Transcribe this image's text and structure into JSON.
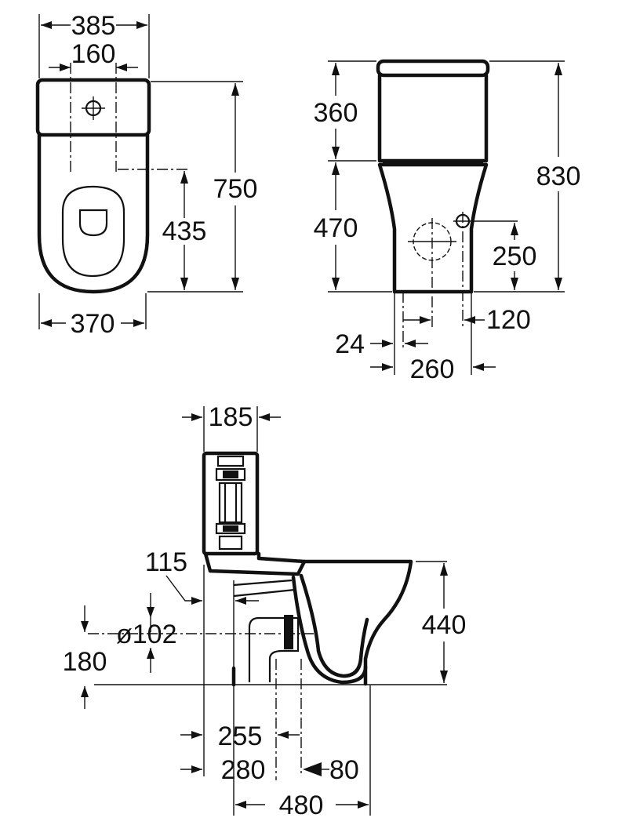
{
  "top_view": {
    "overall_width": "385",
    "fixing_spacing": "160",
    "length": "750",
    "fixing_to_front": "435",
    "bowl_width": "370"
  },
  "side_view": {
    "cistern_height": "360",
    "pan_height": "470",
    "overall_height": "830",
    "inlet_height": "250",
    "inlet_offset": "120",
    "base_offset": "24",
    "base_width": "260"
  },
  "section_view": {
    "cistern_depth": "185",
    "cistern_offset": "115",
    "outlet_diameter": "ø102",
    "outlet_height": "180",
    "rim_height": "440",
    "fixing_1": "255",
    "fixing_2": "280",
    "fixing_spacing": "80",
    "overall_depth": "480"
  }
}
